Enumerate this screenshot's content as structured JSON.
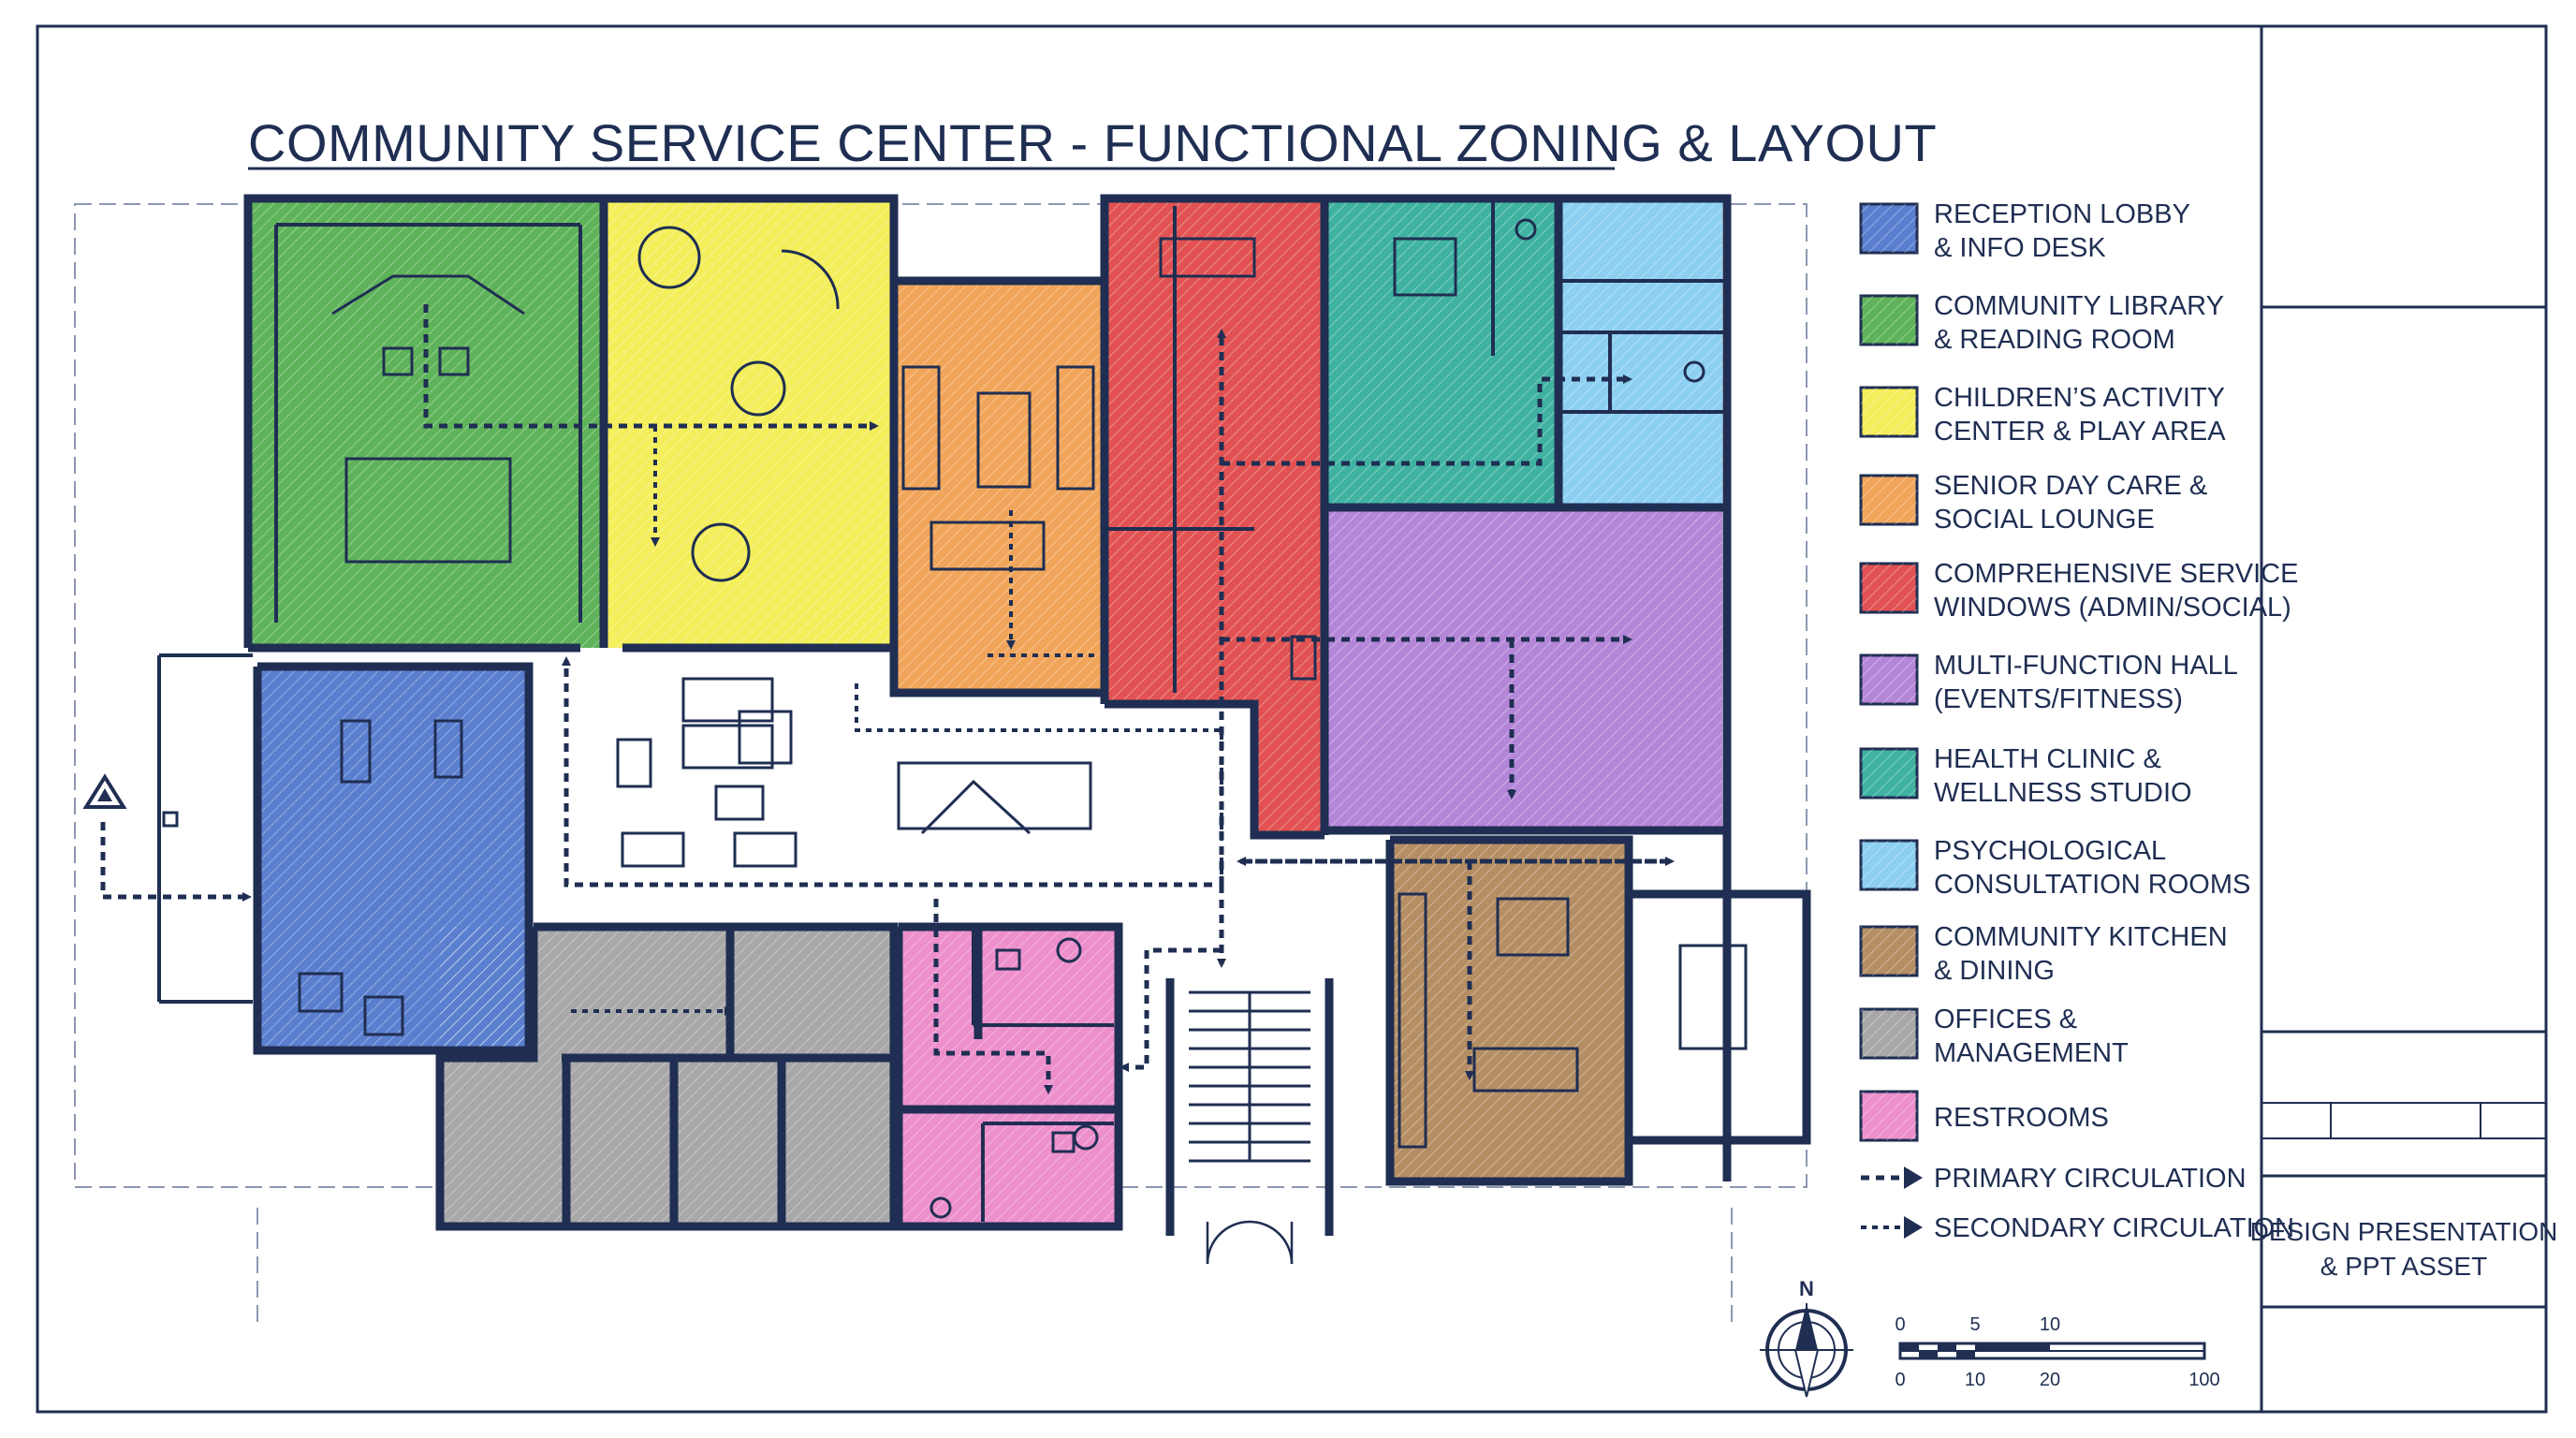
{
  "title": "COMMUNITY SERVICE CENTER - FUNCTIONAL ZONING & LAYOUT",
  "colors": {
    "line": "#1f2e52",
    "reception": "#5b7fcf",
    "library": "#5fb35a",
    "children": "#f3ee5a",
    "senior": "#f1a55a",
    "service": "#e25252",
    "hall": "#b486d8",
    "clinic": "#3fb2a2",
    "psych": "#8ccff0",
    "kitchen": "#b58e64",
    "offices": "#a8a8a8",
    "restrooms": "#ec8fcb"
  },
  "legend": [
    {
      "key": "reception",
      "line1": "RECEPTION LOBBY",
      "line2": "& INFO DESK"
    },
    {
      "key": "library",
      "line1": "COMMUNITY LIBRARY",
      "line2": "& READING ROOM"
    },
    {
      "key": "children",
      "line1": "CHILDREN’S ACTIVITY",
      "line2": "CENTER & PLAY AREA"
    },
    {
      "key": "senior",
      "line1": "SENIOR DAY CARE &",
      "line2": "SOCIAL LOUNGE"
    },
    {
      "key": "service",
      "line1": "COMPREHENSIVE SERVICE",
      "line2": "WINDOWS (ADMIN/SOCIAL)"
    },
    {
      "key": "hall",
      "line1": "MULTI-FUNCTION HALL",
      "line2": "(EVENTS/FITNESS)"
    },
    {
      "key": "clinic",
      "line1": "HEALTH CLINIC &",
      "line2": "WELLNESS STUDIO"
    },
    {
      "key": "psych",
      "line1": "PSYCHOLOGICAL",
      "line2": "CONSULTATION ROOMS"
    },
    {
      "key": "kitchen",
      "line1": "COMMUNITY KITCHEN",
      "line2": "& DINING"
    },
    {
      "key": "offices",
      "line1": "OFFICES &",
      "line2": "MANAGEMENT"
    },
    {
      "key": "restrooms",
      "line1": "RESTROOMS",
      "line2": ""
    }
  ],
  "circulation": {
    "primary": "PRIMARY CIRCULATION",
    "secondary": "SECONDARY CIRCULATION"
  },
  "title_block": {
    "line1": "DESIGN PRESENTATION",
    "line2": "& PPT ASSET"
  },
  "north_label": "N",
  "scale": {
    "top": [
      "0",
      "5",
      "10"
    ],
    "bottom": [
      "0",
      "10",
      "20",
      "100"
    ]
  }
}
